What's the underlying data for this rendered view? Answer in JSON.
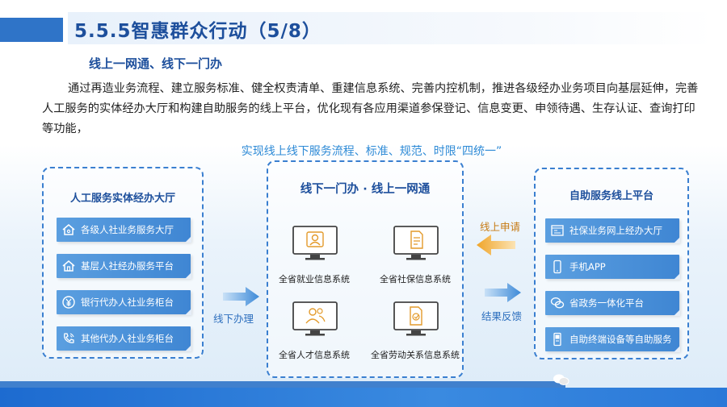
{
  "header": {
    "title": "5.5.5智惠群众行动（5/8）",
    "subtitle": "线上一网通、线下一门办"
  },
  "paragraph": "通过再造业务流程、建立服务标准、健全权责清单、重建信息系统、完善内控机制，推进各级经办业务项目向基层延伸，完善人工服务的实体经办大厅和构建自助服务的线上平台，优化现有各应用渠道参保登记、信息变更、申领待遇、生存认证、查询打印等功能，",
  "banner": "实现线上线下服务流程、标准、规范、时限“四统一”",
  "left_panel": {
    "heading": "人工服务实体经办大厅",
    "items": [
      {
        "label": "各级人社业务服务大厅",
        "icon": "house-icon"
      },
      {
        "label": "基层人社经办服务平台",
        "icon": "home-icon"
      },
      {
        "label": "银行代办人社业务柜台",
        "icon": "yen-icon"
      },
      {
        "label": "其他代办人社业务柜台",
        "icon": "phone-icon"
      }
    ]
  },
  "center_panel": {
    "heading": "线下一门办 · 线上一网通",
    "systems": [
      {
        "label": "全省就业信息系统",
        "icon": "monitor-person-icon"
      },
      {
        "label": "全省社保信息系统",
        "icon": "monitor-document-icon"
      },
      {
        "label": "全省人才信息系统",
        "icon": "monitor-people-icon"
      },
      {
        "label": "全省劳动关系信息系统",
        "icon": "monitor-contract-icon"
      }
    ]
  },
  "right_panel": {
    "heading": "自助服务线上平台",
    "items": [
      {
        "label": "社保业务网上经办大厅",
        "icon": "web-icon"
      },
      {
        "label": "手机APP",
        "icon": "mobile-icon"
      },
      {
        "label": "省政务一体化平台",
        "icon": "chat-icon"
      },
      {
        "label": "自助终端设备等自助服务",
        "icon": "terminal-icon"
      }
    ]
  },
  "arrows": {
    "left_label": "线下办理",
    "right_top_label": "线上申请",
    "right_bottom_label": "结果反馈"
  },
  "colors": {
    "brand_blue": "#2f74c8",
    "title_blue": "#1d4f9c",
    "accent_orange": "#f0a52a"
  }
}
